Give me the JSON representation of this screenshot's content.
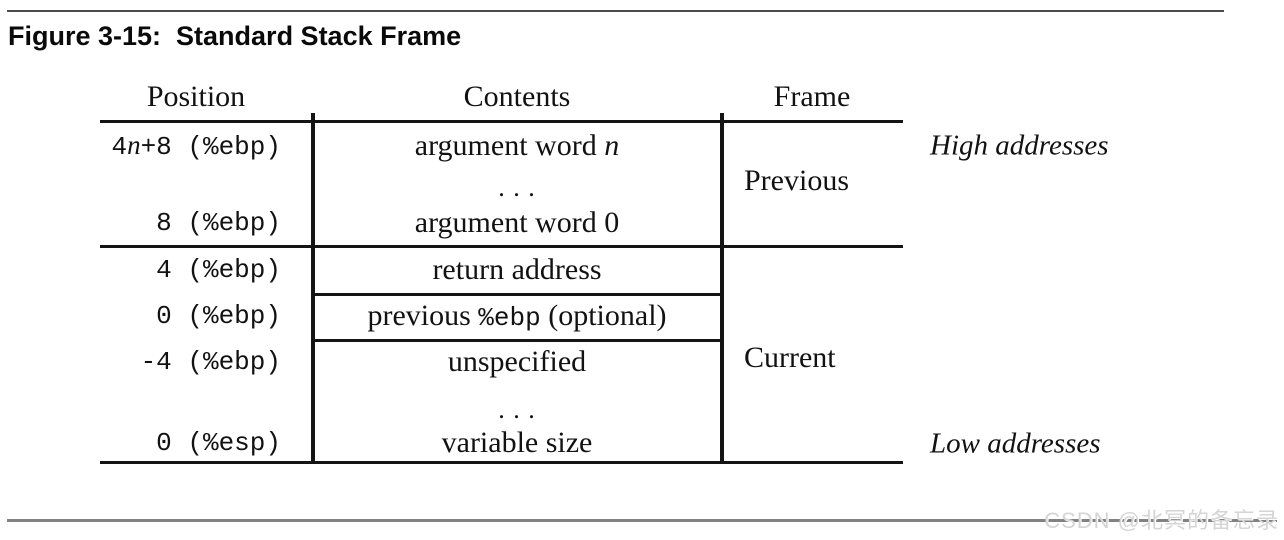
{
  "title": "Figure 3-15:  Standard Stack Frame",
  "table": {
    "headers": {
      "position": "Position",
      "contents": "Contents",
      "frame": "Frame"
    },
    "rows": {
      "arg_n": {
        "pos_num": "4",
        "pos_var": "n",
        "pos_rest": "+8 (%ebp)",
        "content_main": "argument word ",
        "content_var": "n"
      },
      "dots1": ". . .",
      "arg_0": {
        "pos": "8 (%ebp)",
        "content": "argument word 0"
      },
      "ret": {
        "pos": "4 (%ebp)",
        "content": "return address"
      },
      "prev_ebp": {
        "pos": "0 (%ebp)",
        "content_pre": "previous ",
        "content_mono": "%ebp",
        "content_post": " (optional)"
      },
      "unspec": {
        "pos": "-4 (%ebp)",
        "content": "unspecified"
      },
      "dots2": ". . .",
      "varsize": {
        "pos": "0 (%esp)",
        "content": "variable size"
      }
    },
    "frames": {
      "previous": "Previous",
      "current": "Current"
    }
  },
  "annotations": {
    "high": "High addresses",
    "low": "Low addresses"
  },
  "watermark": "CSDN @北冥的备忘录",
  "colors": {
    "table_line": "#141414",
    "rule_top": "#4d4d4d",
    "rule_bottom": "#828282",
    "watermark_text": "#d5d5d5",
    "background": "#ffffff",
    "text": "#121212"
  }
}
